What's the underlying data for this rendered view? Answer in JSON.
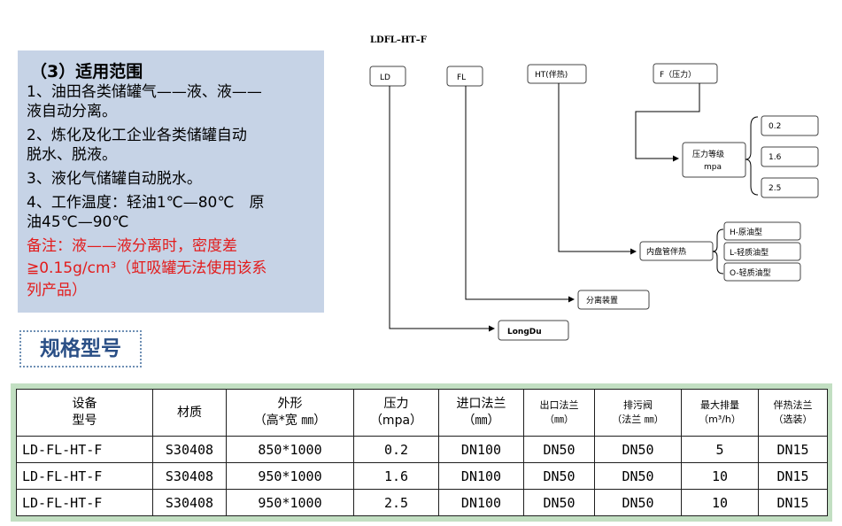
{
  "scope": {
    "title": "（3）适用范围",
    "lines": [
      "1、油田各类储罐气——液、液——",
      "液自动分离。",
      "2、炼化及化工企业各类储罐自动",
      "脱水、脱液。",
      "3、液化气储罐自动脱水。",
      "4、工作温度：轻油1℃—80℃　原",
      "油45℃—90℃"
    ],
    "note_lines": [
      "备注：液——液分离时，密度差",
      "≧0.15g/cm³（虹吸罐无法使用该系",
      "列产品）"
    ],
    "note_color": "#e31b1b"
  },
  "spec_heading": "规格型号",
  "diagram": {
    "title": "LDFL–HT–F",
    "top_boxes": [
      "LD",
      "FL",
      "HT(伴热)",
      "F（压力）"
    ],
    "pressure_label": [
      "压力等级",
      "mpa"
    ],
    "pressure_levels": [
      "0.2",
      "1.6",
      "2.5"
    ],
    "heating_label": "内盘管伴热",
    "heating_types": [
      "H-原油型",
      "L-轻质油型",
      "O-轻质油型"
    ],
    "separator_label": "分离装置",
    "brand_label": "LongDu"
  },
  "table": {
    "headers": [
      [
        "设备",
        "型号"
      ],
      [
        "材质"
      ],
      [
        "外形",
        "（高*宽 ㎜）"
      ],
      [
        "压力",
        "（mpa）"
      ],
      [
        "进口法兰",
        "（㎜）"
      ],
      [
        "出口法兰",
        "（㎜）"
      ],
      [
        "排污阀",
        "（法兰 ㎜）"
      ],
      [
        "最大排量",
        "（m³/h）"
      ],
      [
        "伴热法兰",
        "（选装）"
      ]
    ],
    "rows": [
      [
        "LD-FL-HT-F",
        "S30408",
        "850*1000",
        "0.2",
        "DN100",
        "DN50",
        "DN50",
        "5",
        "DN15"
      ],
      [
        "LD-FL-HT-F",
        "S30408",
        "950*1000",
        "1.6",
        "DN100",
        "DN50",
        "DN50",
        "10",
        "DN15"
      ],
      [
        "LD-FL-HT-F",
        "S30408",
        "950*1000",
        "2.5",
        "DN100",
        "DN50",
        "DN50",
        "10",
        "DN15"
      ]
    ]
  }
}
